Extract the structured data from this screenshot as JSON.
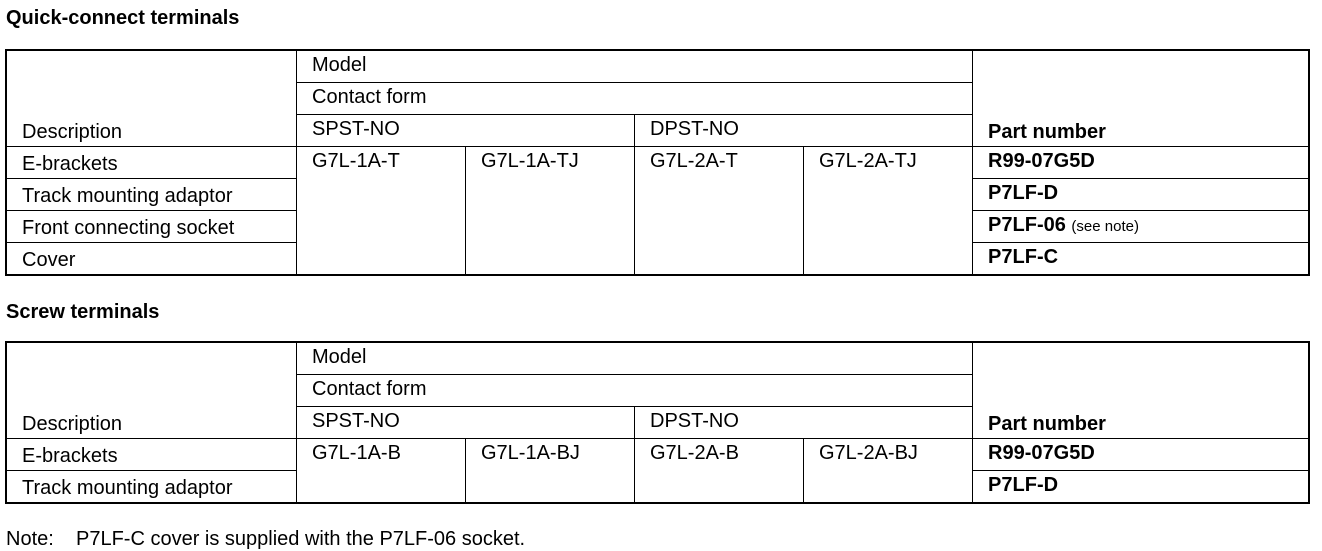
{
  "sections": [
    {
      "title": "Quick-connect terminals",
      "header": {
        "model": "Model",
        "contact_form": "Contact form",
        "description": "Description",
        "spst": "SPST-NO",
        "dpst": "DPST-NO",
        "part_number": "Part number"
      },
      "models": [
        "G7L-1A-T",
        "G7L-1A-TJ",
        "G7L-2A-T",
        "G7L-2A-TJ"
      ],
      "rows": [
        {
          "description": "E-brackets",
          "part": "R99-07G5D",
          "note": ""
        },
        {
          "description": "Track mounting adaptor",
          "part": "P7LF-D",
          "note": ""
        },
        {
          "description": "Front connecting socket",
          "part": "P7LF-06",
          "note": "(see note)"
        },
        {
          "description": "Cover",
          "part": "P7LF-C",
          "note": ""
        }
      ]
    },
    {
      "title": "Screw terminals",
      "header": {
        "model": "Model",
        "contact_form": "Contact form",
        "description": "Description",
        "spst": "SPST-NO",
        "dpst": "DPST-NO",
        "part_number": "Part number"
      },
      "models": [
        "G7L-1A-B",
        "G7L-1A-BJ",
        "G7L-2A-B",
        "G7L-2A-BJ"
      ],
      "rows": [
        {
          "description": "E-brackets",
          "part": "R99-07G5D"
        },
        {
          "description": "Track mounting adaptor",
          "part": "P7LF-D"
        }
      ]
    }
  ],
  "note": {
    "label": "Note:",
    "text": "P7LF-C cover is supplied with the P7LF-06 socket."
  }
}
